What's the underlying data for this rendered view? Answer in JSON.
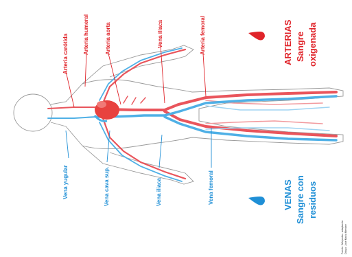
{
  "labels": {
    "arteria_carotida": "Arteria carótida",
    "arteria_humeral": "Arteria humeral",
    "arteria_aorta": "Arteria aorta",
    "vena_iliaca_top": "Vena iliaca",
    "arteria_femoral": "Arteria femoral",
    "vena_yugular": "Vena yugular",
    "vena_cava_sup": "Vena cava sup.",
    "vena_iliaca_bottom": "Vena iliaca",
    "vena_femoral": "Vena femoral"
  },
  "legend": {
    "arterias": {
      "line1": "ARTERIAS",
      "line2": "Sangre",
      "line3": "oxigenada",
      "color": "#e0242a",
      "icon": "red-drop-icon"
    },
    "venas": {
      "line1": "VENAS",
      "line2": "Sangre con",
      "line3": "residuos",
      "color": "#1f8fd6",
      "icon": "blue-drop-icon"
    }
  },
  "credits": {
    "line1": "Fuente: Wikipedia - adaptación",
    "line2": "Dibujo: José María Méndez"
  },
  "colors": {
    "artery": "#e9555c",
    "artery_light": "#f29a9e",
    "vein": "#4fb0e6",
    "vein_light": "#9fd4f2",
    "heart": "#e8423f",
    "outline": "#9a9a9a",
    "label_red": "#e0242a",
    "label_blue": "#1f8fd6"
  }
}
